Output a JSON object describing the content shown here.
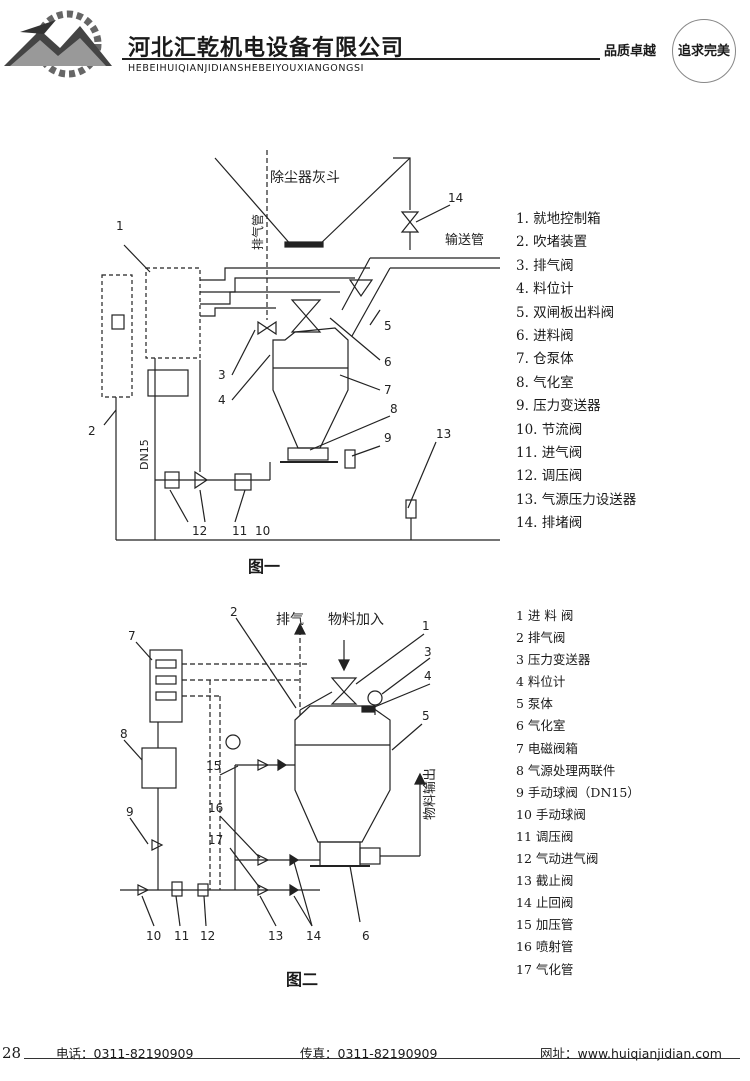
{
  "header": {
    "company_cn": "河北汇乾机电设备有限公司",
    "company_en": "HEBEIHUIQIANJIDIANSHEBEIYOUXIANGONGSI",
    "slogan_1": "品质卓越",
    "slogan_2": "追求完美"
  },
  "figure1": {
    "caption": "图一",
    "labels": {
      "hopper": "除尘器灰斗",
      "exhaust": "排气管",
      "conveying": "输送管",
      "dn": "DN15"
    },
    "callouts": [
      "1",
      "2",
      "3",
      "4",
      "5",
      "6",
      "7",
      "8",
      "9",
      "10",
      "11",
      "12",
      "13",
      "14"
    ],
    "legend": [
      "1. 就地控制箱",
      "2. 吹堵装置",
      "3. 排气阀",
      "4. 料位计",
      "5. 双闸板出料阀",
      "6. 进料阀",
      "7. 仓泵体",
      "8. 气化室",
      "9. 压力变送器",
      "10. 节流阀",
      "11. 进气阀",
      "12. 调压阀",
      "13. 气源压力设送器",
      "14. 排堵阀"
    ]
  },
  "figure2": {
    "caption": "图二",
    "labels": {
      "exhaust": "排气",
      "feed": "物料加入",
      "output": "物料输出"
    },
    "callouts": [
      "1",
      "2",
      "3",
      "4",
      "5",
      "6",
      "7",
      "8",
      "9",
      "10",
      "11",
      "12",
      "13",
      "14",
      "15",
      "16",
      "17"
    ],
    "legend": [
      "1  进 料 阀",
      "2  排气阀",
      "3  压力变送器",
      "4 料位计",
      "5  泵体",
      "6  气化室",
      "7  电磁阀箱",
      "8  气源处理两联件",
      "9  手动球阀（DN15）",
      "10  手动球阀",
      "11  调压阀",
      "12  气动进气阀",
      "13  截止阀",
      "14  止回阀",
      "15 加压管",
      "16  喷射管",
      "17  气化管"
    ]
  },
  "footer": {
    "page_number": "28",
    "phone": "电话：0311-82190909",
    "fax": "传真：0311-82190909",
    "website": "网址：www.huiqianjidian.com"
  }
}
